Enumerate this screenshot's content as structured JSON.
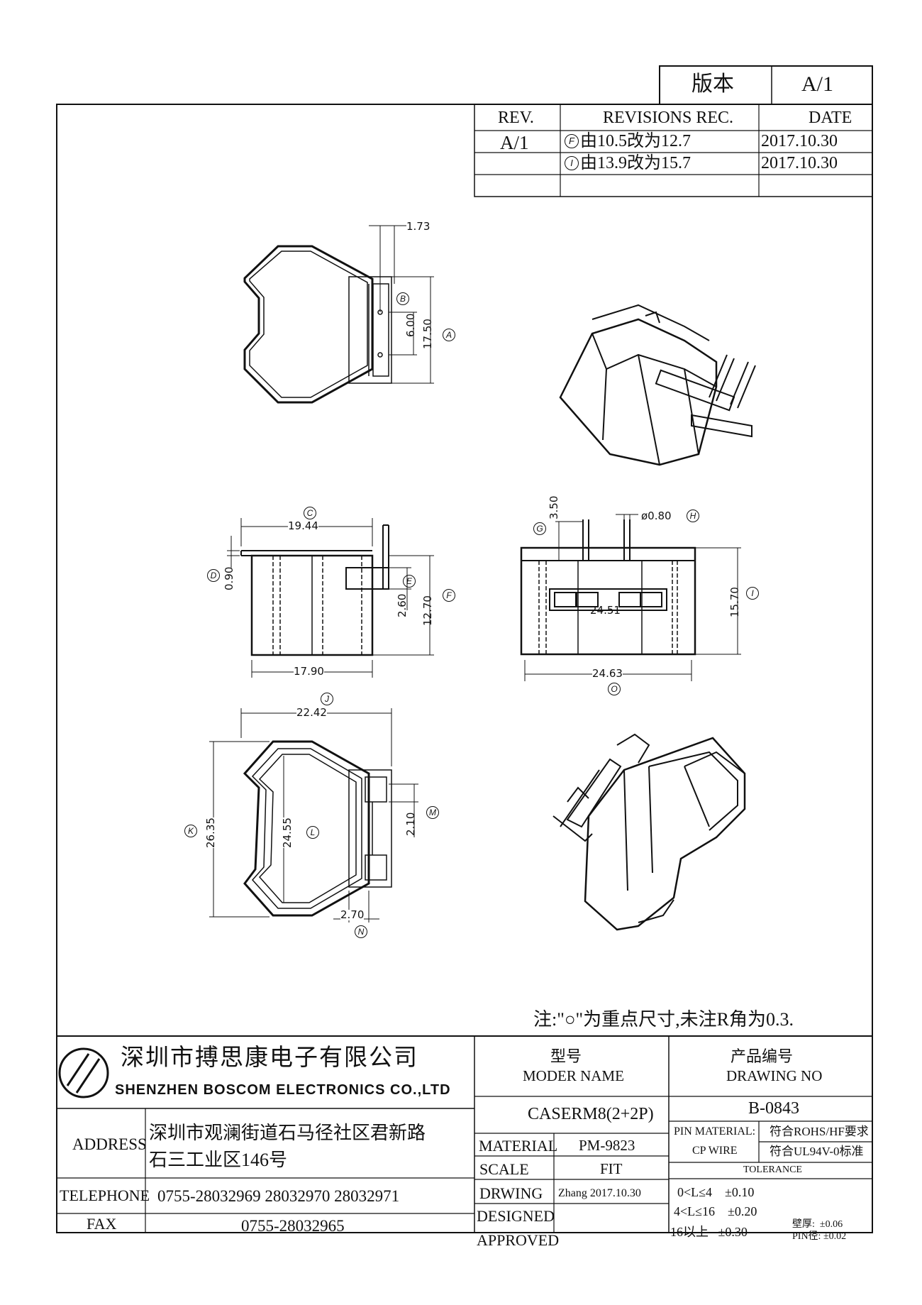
{
  "version_box": {
    "label": "版本",
    "value": "A/1"
  },
  "revisions": {
    "headers": [
      "REV.",
      "REVISIONS REC.",
      "DATE"
    ],
    "rev": "A/1",
    "rows": [
      {
        "mark": "F",
        "text": "由10.5改为12.7",
        "date": "2017.10.30"
      },
      {
        "mark": "I",
        "text": "由13.9改为15.7",
        "date": "2017.10.30"
      }
    ]
  },
  "dimensions": {
    "top_pin_pitch": "1.73",
    "top_b": "6.00",
    "top_a": "17.50",
    "side_c": "19.44",
    "side_d": "0.90",
    "side_e": "2.60",
    "side_f": "12.70",
    "side_bottom": "17.90",
    "front_g": "3.50",
    "front_h": "ø0.80",
    "front_inner": "24.51",
    "front_i": "15.70",
    "front_o": "24.63",
    "bottom_j": "22.42",
    "bottom_k": "26.35",
    "bottom_l": "24.55",
    "bottom_m": "2.10",
    "bottom_n": "2.70"
  },
  "callouts": {
    "a": "A",
    "b": "B",
    "c": "C",
    "d": "D",
    "e": "E",
    "f": "F",
    "g": "G",
    "h": "H",
    "i": "I",
    "j": "J",
    "k": "K",
    "l": "L",
    "m": "M",
    "n": "N",
    "o": "O"
  },
  "note": "注:\"○\"为重点尺寸,未注R角为0.3.",
  "title_block": {
    "company_cn": "深圳市搏思康电子有限公司",
    "company_en": "SHENZHEN BOSCOM ELECTRONICS CO.,LTD",
    "model_label_cn": "型号",
    "model_label_en": "MODER NAME",
    "drawing_label_cn": "产品编号",
    "drawing_label_en": "DRAWING NO",
    "model_value": "CASERM8(2+2P)",
    "drawing_value": "B-0843",
    "address_label": "ADDRESS",
    "address_line1": "深圳市观澜街道石马径社区君新路",
    "address_line2": "石三工业区146号",
    "telephone_label": "TELEPHONE",
    "telephone_value": "0755-28032969 28032970 28032971",
    "fax_label": "FAX",
    "fax_value": "0755-28032965",
    "material_label": "MATERIAL",
    "material_value": "PM-9823",
    "scale_label": "SCALE",
    "scale_value": "FIT",
    "drwing_label": "DRWING",
    "drwing_value": "Zhang 2017.10.30",
    "designed_label": "DESIGNED",
    "approved_label": "APPROVED",
    "pin_material_label": "PIN MATERIAL:",
    "pin_material_value": "CP WIRE",
    "rohs": "符合ROHS/HF要求",
    "ul": "符合UL94V-0标准",
    "tolerance_label": "TOLERANCE",
    "tol1": "0<L≤4    ±0.10",
    "tol2": "4<L≤16    ±0.20",
    "tol3": "16以上   ±0.30",
    "tol_wall": "壁厚:  ±0.06",
    "tol_pin": "PIN径: ±0.02"
  }
}
